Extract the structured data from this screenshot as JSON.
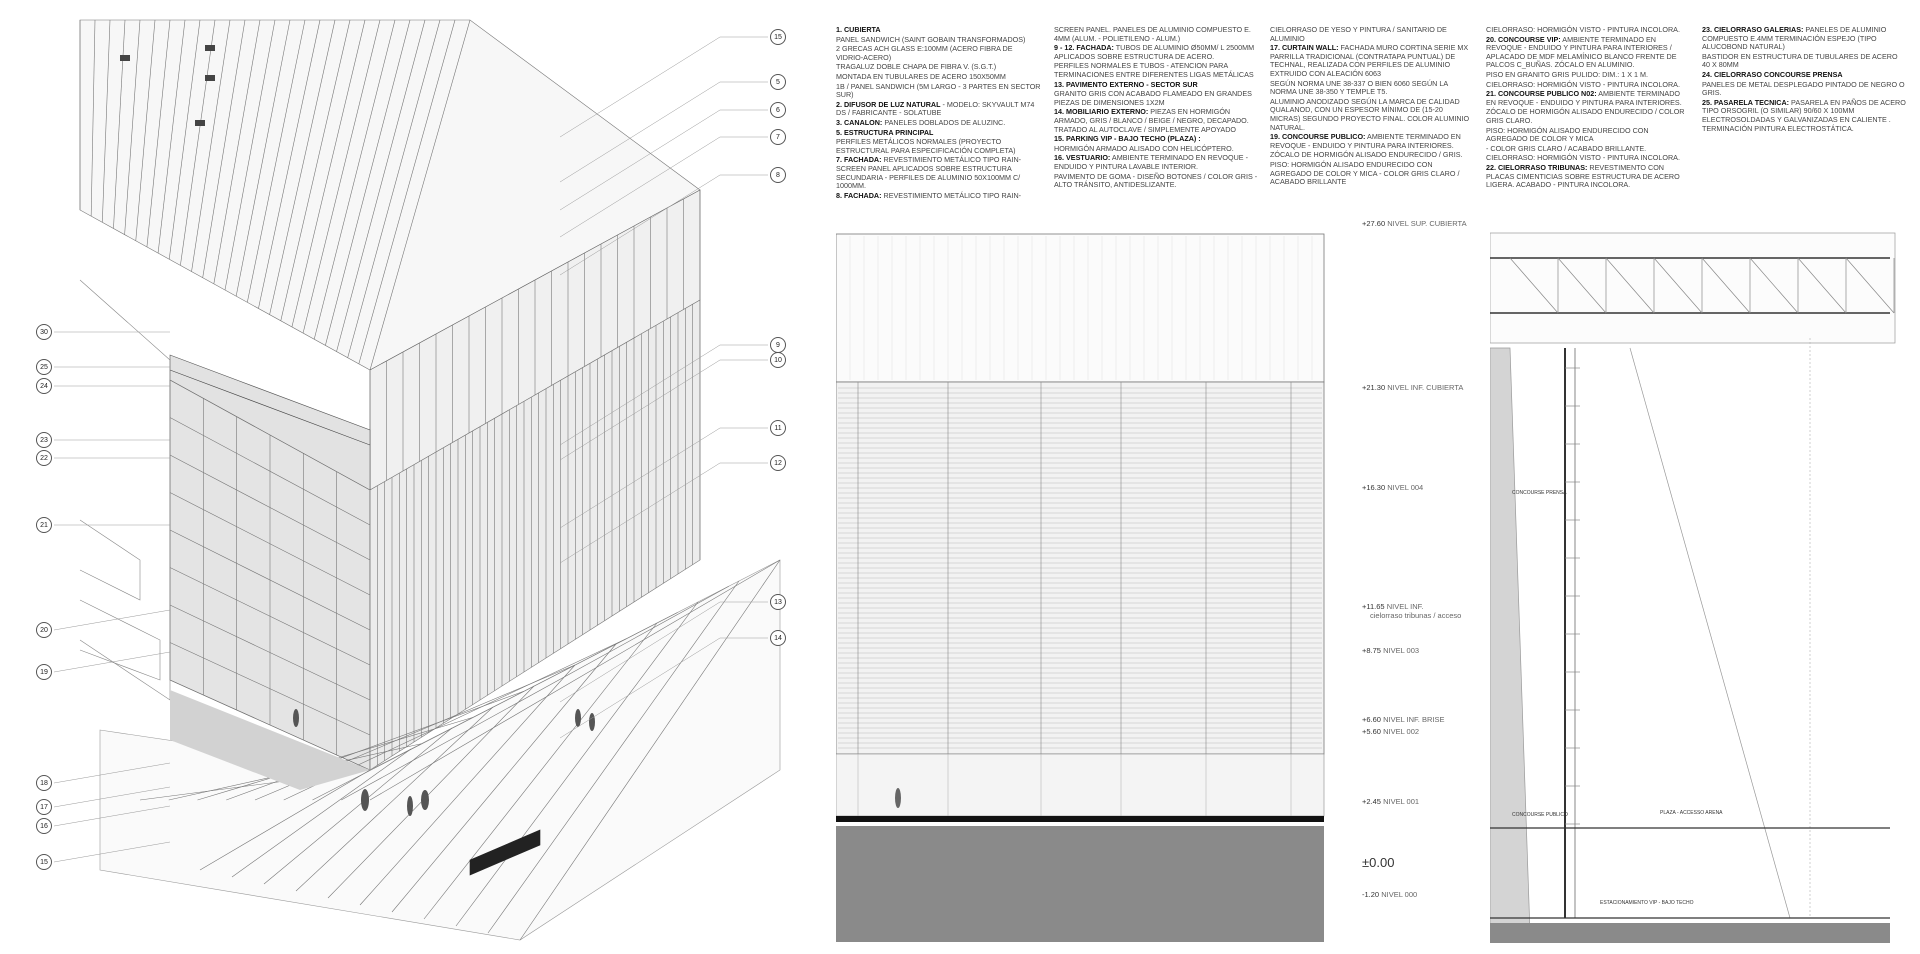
{
  "callouts_right": [
    "15",
    "5",
    "6",
    "7",
    "8",
    "9",
    "10",
    "11",
    "12",
    "13",
    "14"
  ],
  "callouts_left": [
    "30",
    "25",
    "24",
    "23",
    "22",
    "21",
    "20",
    "19",
    "18",
    "17",
    "16",
    "15"
  ],
  "notes": [
    [
      {
        "h": "1. CUBIERTA",
        "t": ""
      },
      {
        "h": "",
        "t": "PANEL SANDWICH (SAINT GOBAIN TRANSFORMADOS)"
      },
      {
        "h": "",
        "t": "2 GRECAS ACH GLASS e:100mm (ACERO FIBRA DE VIDRIO-ACERO)"
      },
      {
        "h": "",
        "t": "TRAGALUZ DOBLE CHAPA DE FIBRA V. (S.G.T.)"
      },
      {
        "h": "",
        "t": "MONTADA EN TUBULARES DE ACERO 150x50mm"
      },
      {
        "h": "",
        "t": "1b / PANEL SANDWICH (5m largo - 3 partes en sector Sur)"
      },
      {
        "h": "2. DIFUSOR DE LUZ NATURAL",
        "t": " - Modelo: Skyvault M74 DS / Fabricante - SOLATUBE"
      },
      {
        "h": "3. CANALON:",
        "t": " PANELES DOBLADOS DE ALUZINC."
      },
      {
        "h": "5. ESTRUCTURA PRINCIPAL",
        "t": ""
      },
      {
        "h": "",
        "t": "PERFILES METÁLICOS NORMALES (PROYECTO ESTRUCTURAL PARA ESPECIFICACIÓN COMPLETA)"
      },
      {
        "h": "7. FACHADA:",
        "t": " REVESTIMIENTO METÁLICO TIPO RAIN-SCREEN PANEL APLICADOS SOBRE ESTRUCTURA SECUNDARIA - PERFILES DE ALUMINIO 50x100mm c/ 1000mm."
      },
      {
        "h": "8. FACHADA:",
        "t": " REVESTIMIENTO METÁLICO TIPO RAIN-"
      }
    ],
    [
      {
        "h": "",
        "t": "SCREEN PANEL. PANELES DE ALUMINIO COMPUESTO e. 4mm (ALUM. - POLIETILENO - ALUM.)"
      },
      {
        "h": "9 - 12. FACHADA:",
        "t": " TUBOS DE ALUMINIO ø50mm/ L 2500mm APLICADOS SOBRE ESTRUCTURA DE ACERO."
      },
      {
        "h": "",
        "t": "PERFILES NORMALES E TUBOS - ATENCION PARA TERMINACIONES ENTRE DIFERENTES LIGAS METÁLICAS"
      },
      {
        "h": "13. PAVIMENTO EXTERNO - SECTOR SUR",
        "t": ""
      },
      {
        "h": "",
        "t": "GRANITO GRIS CON ACABADO FLAMEADO EN GRANDES PIEZAS DE DIMENSIONES 1x2m"
      },
      {
        "h": "14. MOBILIARIO EXTERNO:",
        "t": " PIEZAS EN HORMIGÓN ARMADO, GRIS / BLANCO / BEIGE / NEGRO, DECAPADO. TRATADO AL AUTOCLAVE / SIMPLEMENTE APOYADO"
      },
      {
        "h": "15. PARKING VIP - BAJO TECHO (PLAZA) :",
        "t": ""
      },
      {
        "h": "",
        "t": "HORMIGÓN ARMADO ALISADO CON HELICÓPTERO."
      },
      {
        "h": "16. VESTUARIO:",
        "t": " AMBIENTE TERMINADO EN REVOQUE - ENDUIDO Y PINTURA LAVABLE INTERIOR."
      },
      {
        "h": "",
        "t": "PAVIMENTO DE GOMA - DISEÑO BOTONES / COLOR GRIS - ALTO TRÁNSITO, ANTIDESLIZANTE."
      }
    ],
    [
      {
        "h": "",
        "t": "CIELORRASO DE YESO Y PINTURA / SANITARIO DE ALUMINIO"
      },
      {
        "h": "17. CURTAIN WALL:",
        "t": " FACHADA MURO CORTINA SERIE MX PARRILLA TRADICIONAL (CONTRATAPA PUNTUAL) DE TECHNAL, REALIZADA CON PERFILES DE ALUMINIO EXTRUIDO CON ALEACIÓN 6063"
      },
      {
        "h": "",
        "t": "SEGÚN NORMA UNE 38-337 O BIEN 6060 SEGÚN LA NORMA UNE 38-350 Y TEMPLE T5."
      },
      {
        "h": "",
        "t": "ALUMINIO ANODIZADO SEGÚN LA MARCA DE CALIDAD QUALANOD, CON UN ESPESOR MÍNIMO DE (15-20 MICRAS) SEGUNDO PROYECTO FINAL. COLOR ALUMINIO NATURAL."
      },
      {
        "h": "19. CONCOURSE PUBLICO:",
        "t": " AMBIENTE TERMINADO EN REVOQUE - ENDUIDO Y PINTURA PARA INTERIORES."
      },
      {
        "h": "",
        "t": "ZÓCALO DE HORMIGÓN ALISADO ENDURECIDO / GRIS."
      },
      {
        "h": "",
        "t": "PISO: HORMIGÓN ALISADO ENDURECIDO CON AGREGADO DE COLOR Y MICA - COLOR GRIS CLARO / ACABADO BRILLANTE"
      }
    ],
    [
      {
        "h": "",
        "t": "CIELORRASO: HORMIGÓN VISTO - PINTURA INCOLORA."
      },
      {
        "h": "20. CONCOURSE VIP:",
        "t": " AMBIENTE TERMINADO EN REVOQUE - ENDUIDO Y PINTURA PARA INTERIORES / APLACADO DE MDF MELAMÍNICO BLANCO FRENTE DE PALCOS C_BUÑAS. ZÓCALO EN ALUMINIO."
      },
      {
        "h": "",
        "t": "PISO EN GRANITO GRIS PULIDO: DIM.: 1 x 1 m."
      },
      {
        "h": "",
        "t": "CIELORRASO: HORMIGÓN VISTO - PINTURA INCOLORA."
      },
      {
        "h": "21. CONCOURSE PUBLICO N02:",
        "t": " AMBIENTE TERMINADO EN REVOQUE - ENDUIDO Y PINTURA PARA INTERIORES."
      },
      {
        "h": "",
        "t": "ZÓCALO DE HORMIGÓN ALISADO ENDURECIDO / COLOR GRIS CLARO."
      },
      {
        "h": "",
        "t": "PISO: HORMIGÓN ALISADO ENDURECIDO CON AGREGADO DE COLOR Y MICA"
      },
      {
        "h": "",
        "t": " - COLOR GRIS CLARO / ACABADO BRILLANTE."
      },
      {
        "h": "",
        "t": "CIELORRASO: HORMIGÓN VISTO - PINTURA INCOLORA."
      },
      {
        "h": "22. CIELORRASO TRIBUNAS:",
        "t": " REVESTIMENTO CON PLACAS CIMENTICIAS SOBRE ESTRUCTURA DE ACERO LIGERA. ACABADO - PINTURA INCOLORA."
      }
    ],
    [
      {
        "h": "23. CIELORRASO GALERIAS:",
        "t": " PANELES DE ALUMINIO COMPUESTO e.4mm TERMINACIÓN ESPEJO (TIPO ALUCOBOND NATURAL)"
      },
      {
        "h": "",
        "t": "BASTIDOR EN ESTRUCTURA DE TUBULARES DE ACERO 40 x 80mm"
      },
      {
        "h": "24. CIELORRASO CONCOURSE PRENSA",
        "t": ""
      },
      {
        "h": "",
        "t": "PANELES DE METAL DESPLEGADO pintado de negro o gris."
      },
      {
        "h": "25. PASARELA TECNICA:",
        "t": " PASARELA EN PAÑOS DE ACERO TIPO ORSOGRIL (O SIMILAR) 90/60 x 100mm ELECTROSOLDADAS Y GALVANIZADAS EN CALIENTE . TERMINACIÓN PINTURA ELECTROSTÁTICA."
      }
    ]
  ],
  "levels": [
    {
      "value": "+27.60",
      "label": "NIVEL SUP. CUBIERTA"
    },
    {
      "value": "+21.30",
      "label": "NIVEL INF. CUBIERTA"
    },
    {
      "value": "+16.30",
      "label": "NIVEL 004"
    },
    {
      "value": "+11.65",
      "label": "NIVEL INF.",
      "label2": "cielorraso tribunas / acceso"
    },
    {
      "value": "+8.75",
      "label": "NIVEL 003"
    },
    {
      "value": "+6.60",
      "label": "NIVEL INF. BRISE"
    },
    {
      "value": "+5.60",
      "label": "NIVEL 002"
    },
    {
      "value": "+2.45",
      "label": "NIVEL 001"
    },
    {
      "value": "±0.00",
      "label": ""
    },
    {
      "value": "-1.20",
      "label": "NIVEL 000"
    }
  ],
  "section_labels": {
    "prensa": "CONCOURSE PRENSA",
    "publico": "CONCOURSE PUBLICO",
    "plaza": "PLAZA - ACCESSO ARENA",
    "parking": "ESTACIONAMIENTO VIP - BAJO TECHO"
  },
  "colors": {
    "line": "#555555",
    "light": "#9a9a9a",
    "fill": "#d6d6d6",
    "ground": "#8a8a8a",
    "dark": "#111111"
  }
}
